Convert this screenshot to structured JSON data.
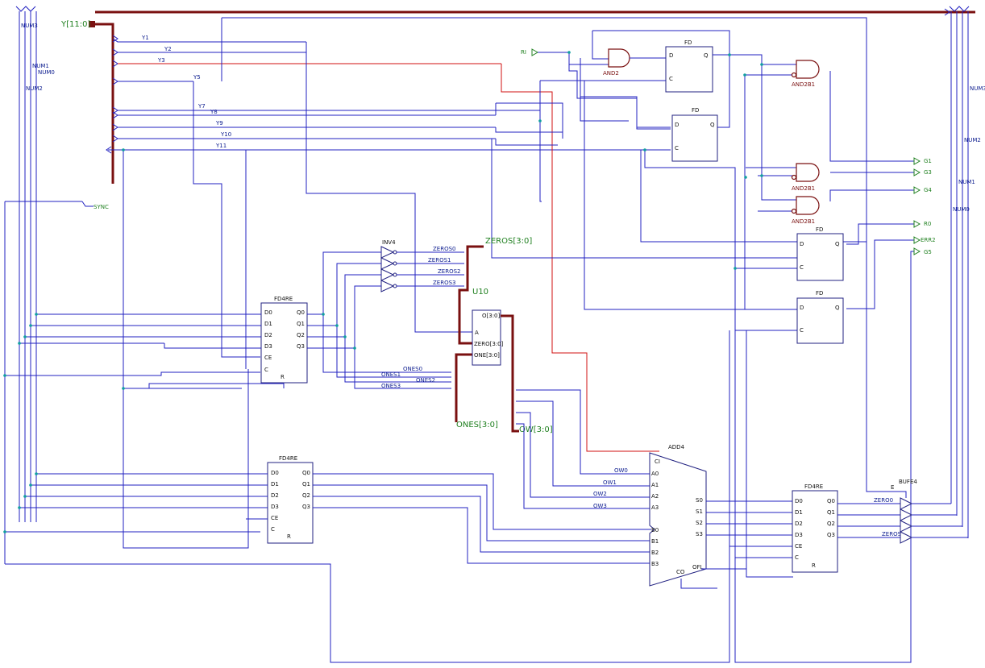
{
  "inputs": {
    "y_bus": "Y[11:0]",
    "ri": "RI",
    "sync": "SYNC"
  },
  "outputs": {
    "g1": "G1",
    "g3": "G3",
    "g4": "G4",
    "r0": "R0",
    "err2": "ERR2",
    "g5": "G5"
  },
  "nets": {
    "y": [
      "Y1",
      "Y2",
      "Y3",
      "Y5",
      "Y7",
      "Y8",
      "Y9",
      "Y10",
      "Y11"
    ],
    "num": [
      "NUM3",
      "NUM1",
      "NUM0",
      "NUM2"
    ],
    "num_right": [
      "NUM3",
      "NUM2",
      "NUM1",
      "NUM0"
    ],
    "zeros": [
      "ZEROS0",
      "ZEROS1",
      "ZEROS2",
      "ZEROS3"
    ],
    "ones": [
      "ONES0",
      "ONES1",
      "ONES2",
      "ONES3"
    ],
    "ow": [
      "OW0",
      "OW1",
      "OW2",
      "OW3"
    ],
    "zeros_bus": "ZEROS[3:0]",
    "ones_bus": "ONES[3:0]",
    "ow_bus": "OW[3:0]",
    "zero0": "ZERO0",
    "zeros_out": "ZEROS"
  },
  "components": {
    "and2": "AND2",
    "fd": "FD",
    "and2b1": "AND2B1",
    "inv4": "INV4",
    "fd4re": "FD4RE",
    "u10": "U10",
    "add4": "ADD4",
    "bufe4": "BUFE4"
  },
  "pins": {
    "d": [
      "D0",
      "D1",
      "D2",
      "D3"
    ],
    "q": [
      "Q0",
      "Q1",
      "Q2",
      "Q3"
    ],
    "ce": "CE",
    "c": "C",
    "r": "R",
    "D": "D",
    "Q": "Q",
    "u10_a": "A",
    "u10_o": "O[3:0]",
    "u10_zero": "ZERO[3:0]",
    "u10_one": "ONE[3:0]",
    "ci": "CI",
    "a": [
      "A0",
      "A1",
      "A2",
      "A3"
    ],
    "b": [
      "B0",
      "B1",
      "B2",
      "B3"
    ],
    "s": [
      "S0",
      "S1",
      "S2",
      "S3"
    ],
    "co": "CO",
    "ofl": "OFL",
    "e": "E"
  }
}
